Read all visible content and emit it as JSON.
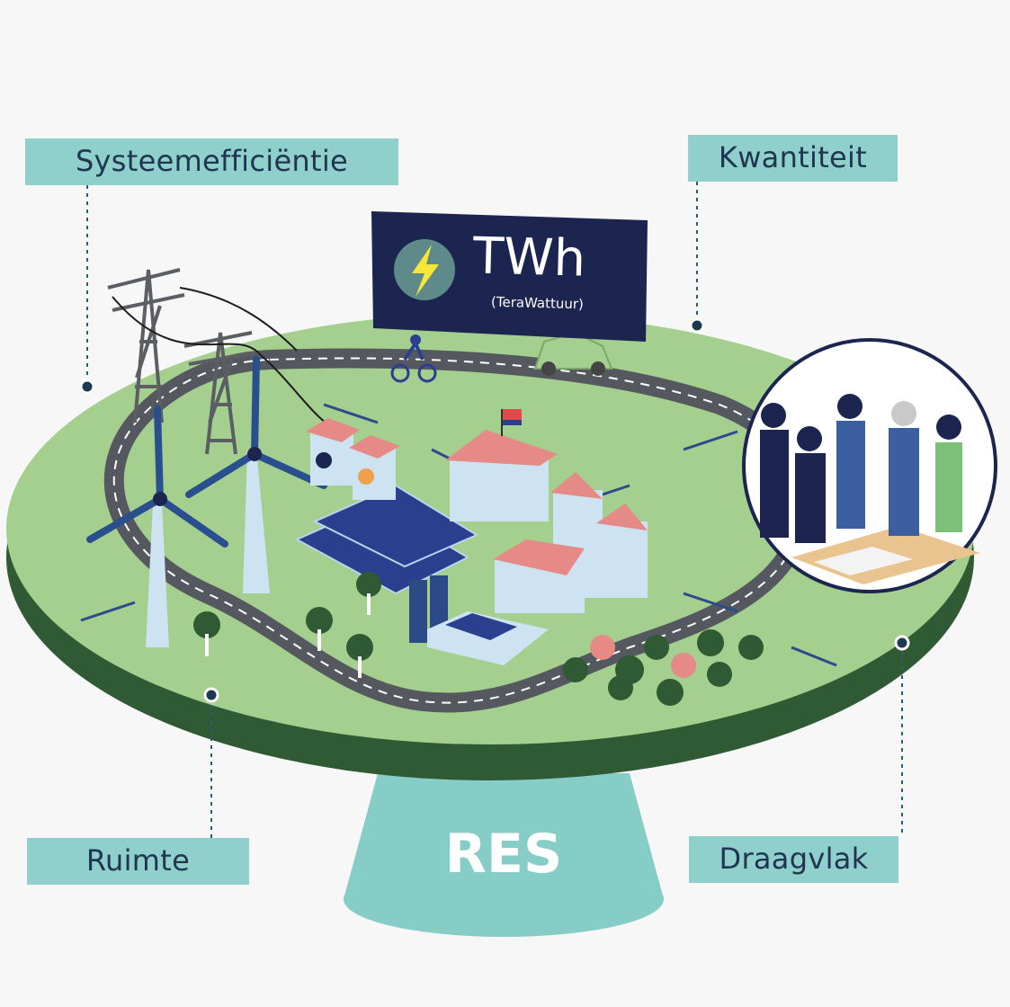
{
  "labels": {
    "top_left": "Systeemefficiëntie",
    "top_right": "Kwantiteit",
    "bottom_left": "Ruimte",
    "bottom_right": "Draagvlak"
  },
  "base_label": "RES",
  "sign": {
    "unit": "TWh",
    "subtitle": "(TeraWattuur)",
    "icon": "lightning-bolt-icon"
  },
  "colors": {
    "label_bg": "#8fcfcc",
    "label_text": "#1f3550",
    "plate_top": "#a4cf8e",
    "plate_side": "#2f5a34",
    "pedestal": "#85cdc6",
    "sign_bg": "#1b2550"
  }
}
